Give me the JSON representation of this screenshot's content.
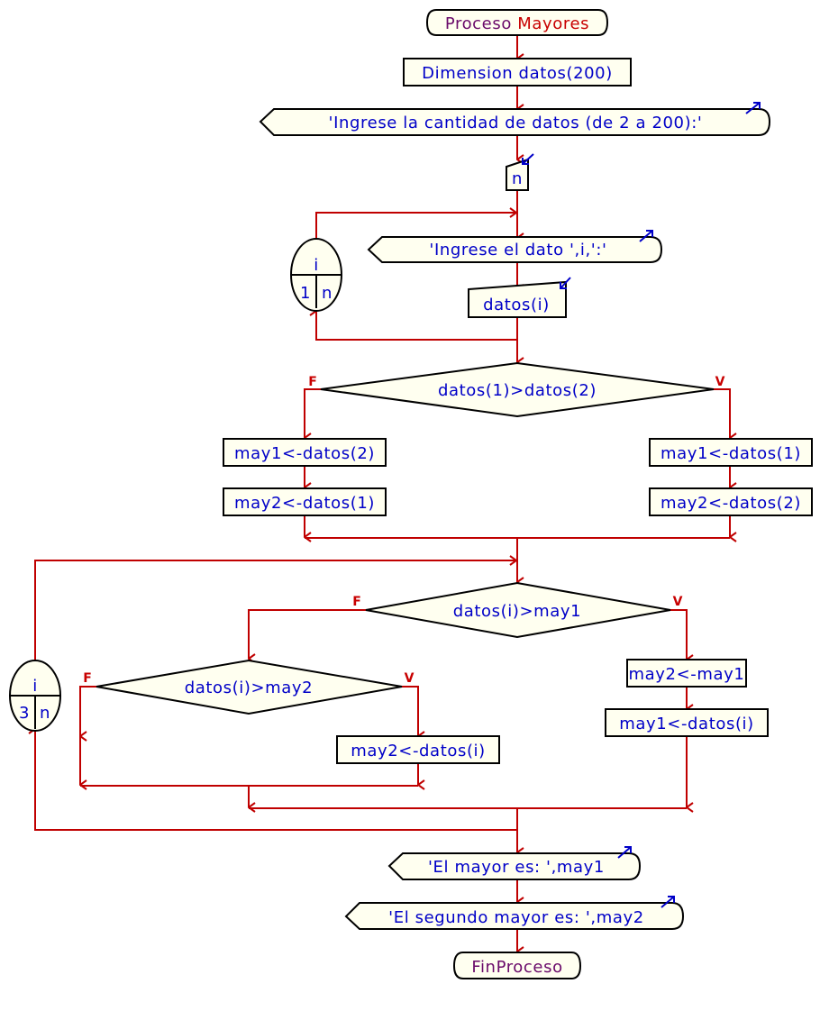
{
  "diagram": {
    "type": "flowchart (PSeInt)",
    "colors": {
      "shape_fill": "#fffff0",
      "outline": "#000000",
      "flow_line": "#c00000",
      "text": "#0000c8",
      "keyword": "#6a0a6a",
      "process_name": "#c80000"
    },
    "start": {
      "keyword": "Proceso",
      "name": "Mayores"
    },
    "dimension": "Dimension datos(200)",
    "prompt_count": "'Ingrese la cantidad de datos (de 2 a 200):'",
    "read_n": "n",
    "loop1": {
      "var": "i",
      "start": "1",
      "end": "n"
    },
    "prompt_dato": "'Ingrese el dato ',i,':'",
    "read_dato": "datos(i)",
    "cond1": {
      "text": "datos(1)>datos(2)",
      "false_label": "F",
      "true_label": "V"
    },
    "false1": [
      "may1<-datos(2)",
      "may2<-datos(1)"
    ],
    "true1": [
      "may1<-datos(1)",
      "may2<-datos(2)"
    ],
    "loop2": {
      "var": "i",
      "start": "3",
      "end": "n"
    },
    "cond2": {
      "text": "datos(i)>may1",
      "false_label": "F",
      "true_label": "V"
    },
    "cond3": {
      "text": "datos(i)>may2",
      "false_label": "F",
      "true_label": "V"
    },
    "cond3_true": "may2<-datos(i)",
    "cond2_true": [
      "may2<-may1",
      "may1<-datos(i)"
    ],
    "output1": "'El mayor es: ',may1",
    "output2": "'El segundo mayor es: ',may2",
    "end": "FinProceso"
  }
}
